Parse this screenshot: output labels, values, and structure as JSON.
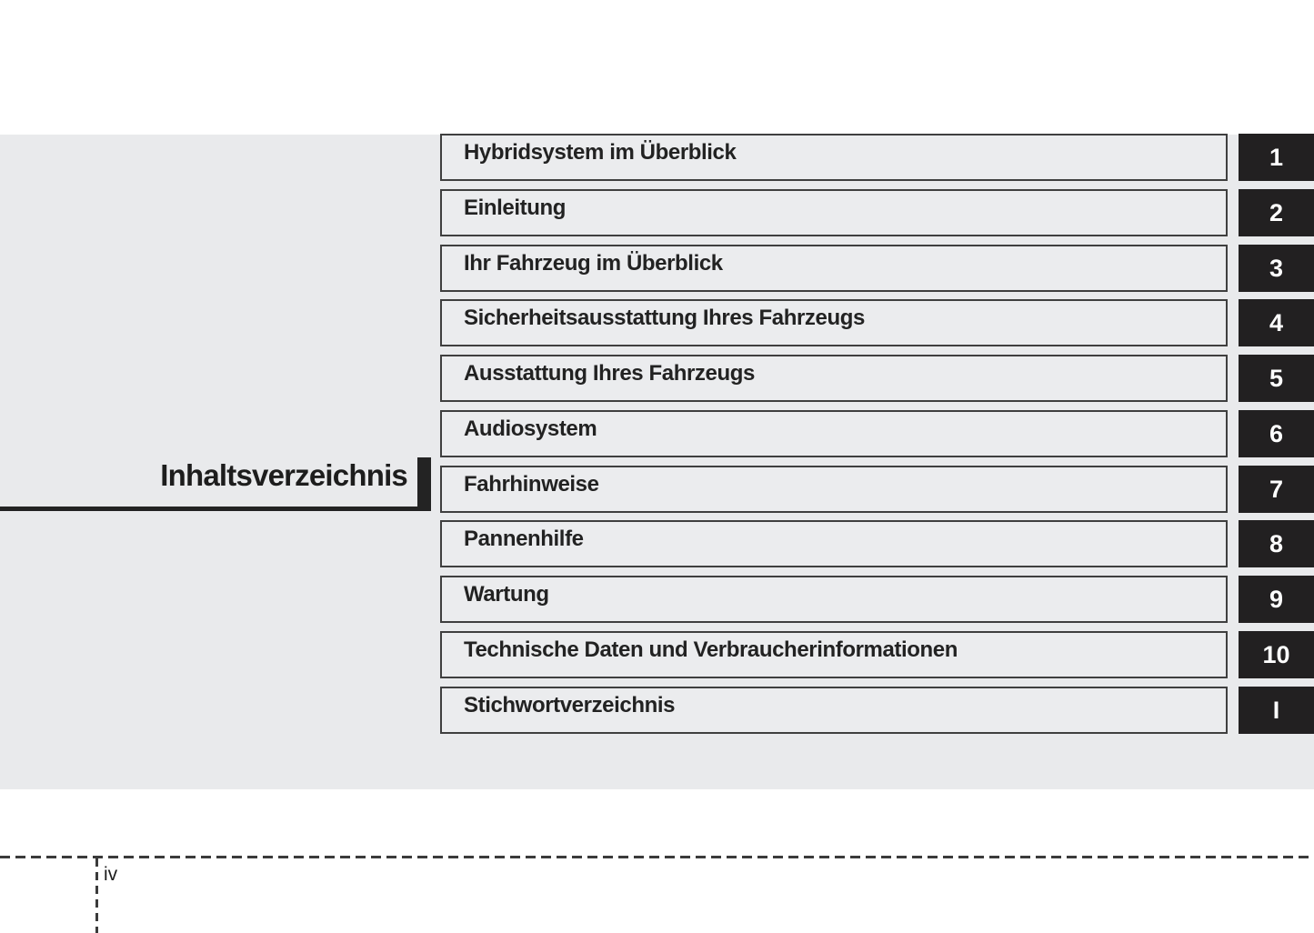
{
  "page": {
    "title": "Inhaltsverzeichnis",
    "page_number": "iv"
  },
  "chapters": [
    {
      "title": "Hybridsystem im Überblick",
      "tab": "1"
    },
    {
      "title": "Einleitung",
      "tab": "2"
    },
    {
      "title": "Ihr Fahrzeug im Überblick",
      "tab": "3"
    },
    {
      "title": "Sicherheitsausstattung Ihres Fahrzeugs",
      "tab": "4"
    },
    {
      "title": "Ausstattung Ihres Fahrzeugs",
      "tab": "5"
    },
    {
      "title": "Audiosystem",
      "tab": "6"
    },
    {
      "title": "Fahrhinweise",
      "tab": "7"
    },
    {
      "title": "Pannenhilfe",
      "tab": "8"
    },
    {
      "title": "Wartung",
      "tab": "9"
    },
    {
      "title": "Technische Daten und Verbraucherinformationen",
      "tab": "10"
    },
    {
      "title": "Stichwortverzeichnis",
      "tab": "I"
    }
  ],
  "colors": {
    "band_background": "#e9eaec",
    "box_background": "#ebecee",
    "box_border": "#3f3f3f",
    "tab_background": "#222021",
    "tab_text": "#ffffff",
    "text": "#222222"
  }
}
